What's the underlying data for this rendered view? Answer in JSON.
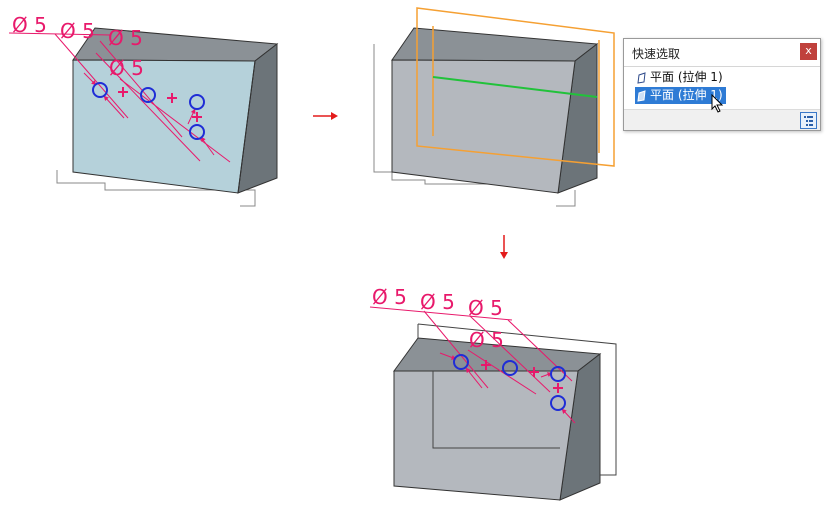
{
  "dimensions": {
    "top_left": [
      "Ø 5",
      "Ø 5",
      "Ø 5",
      "Ø 5"
    ],
    "bottom": [
      "Ø 5",
      "Ø 5",
      "Ø 5",
      "Ø 5"
    ]
  },
  "quick_pick": {
    "title": "快速选取",
    "close_label": "x",
    "items": [
      {
        "label": "平面 (拉伸 1)",
        "selected": false
      },
      {
        "label": "平面 (拉伸 1)",
        "selected": true
      }
    ]
  },
  "colors": {
    "dimension": "#e8196b",
    "hole": "#1f2dd6",
    "plane_highlight": "#f5a033",
    "edge_highlight": "#21c23a",
    "arrow": "#e31b1b",
    "selection": "#2e7bd5"
  },
  "icons": [
    "plane-icon",
    "close-icon",
    "filter-icon",
    "cursor-icon",
    "arrow-right-icon",
    "arrow-down-icon"
  ]
}
